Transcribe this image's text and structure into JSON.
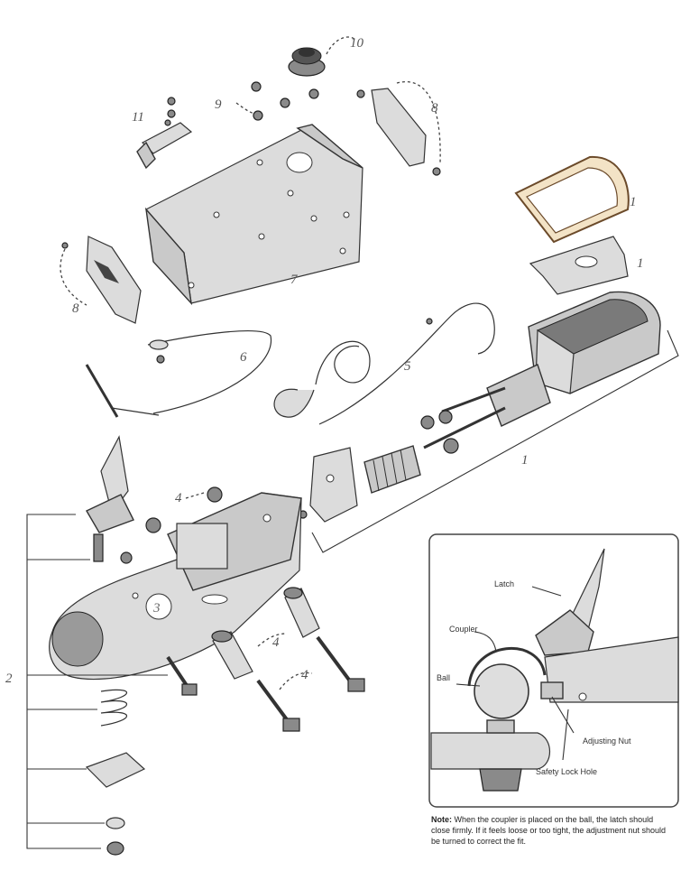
{
  "part_numbers": {
    "n1_gasket": "1",
    "n1_bracket": "1",
    "n1_actuator": "1",
    "n2": "2",
    "n3": "3",
    "n4_top": "4",
    "n4_mid": "4",
    "n4_low": "4",
    "n5": "5",
    "n6": "6",
    "n7": "7",
    "n8_left": "8",
    "n8_right": "8",
    "n9": "9",
    "n10": "10",
    "n11": "11"
  },
  "inset": {
    "latch_label": "Latch",
    "coupler_label": "Coupler",
    "ball_label": "Ball",
    "adjusting_nut_label": "Adjusting Nut",
    "safety_lock_hole_label": "Safety Lock Hole",
    "note_heading": "Note:",
    "note_text": "When the coupler is placed on the ball, the latch should close firmly. If it feels loose or too tight, the adjustment nut should be turned to correct the fit."
  }
}
